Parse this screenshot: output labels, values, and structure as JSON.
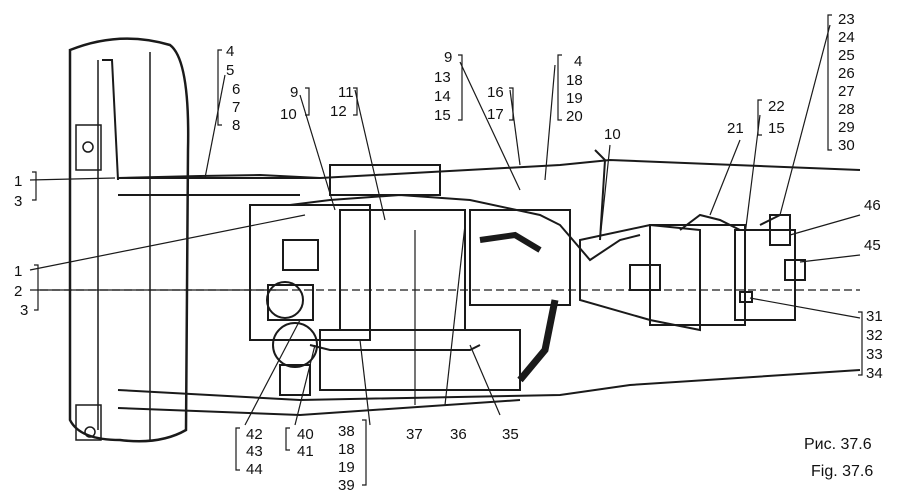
{
  "caption": {
    "ru": "Рис. 37.6",
    "en": "Fig. 37.6"
  },
  "callouts": {
    "c1a": "1",
    "c3a": "3",
    "c4a": "4",
    "c5a": "5",
    "c6a": "6",
    "c7a": "7",
    "c8a": "8",
    "c1b": "1",
    "c2b": "2",
    "c3b": "3",
    "c9a": "9",
    "c10a": "10",
    "c11": "11",
    "c12": "12",
    "c9b": "9",
    "c13": "13",
    "c14": "14",
    "c15a": "15",
    "c16": "16",
    "c17": "17",
    "c4b": "4",
    "c18a": "18",
    "c19a": "19",
    "c20": "20",
    "c10b": "10",
    "c21": "21",
    "c22": "22",
    "c15b": "15",
    "c23": "23",
    "c24": "24",
    "c25": "25",
    "c26": "26",
    "c27": "27",
    "c28": "28",
    "c29": "29",
    "c30": "30",
    "c46": "46",
    "c45": "45",
    "c31": "31",
    "c32": "32",
    "c33": "33",
    "c34": "34",
    "c42": "42",
    "c43": "43",
    "c44": "44",
    "c40": "40",
    "c41": "41",
    "c38": "38",
    "c18b": "18",
    "c19b": "19",
    "c39": "39",
    "c37": "37",
    "c36": "36",
    "c35": "35"
  }
}
